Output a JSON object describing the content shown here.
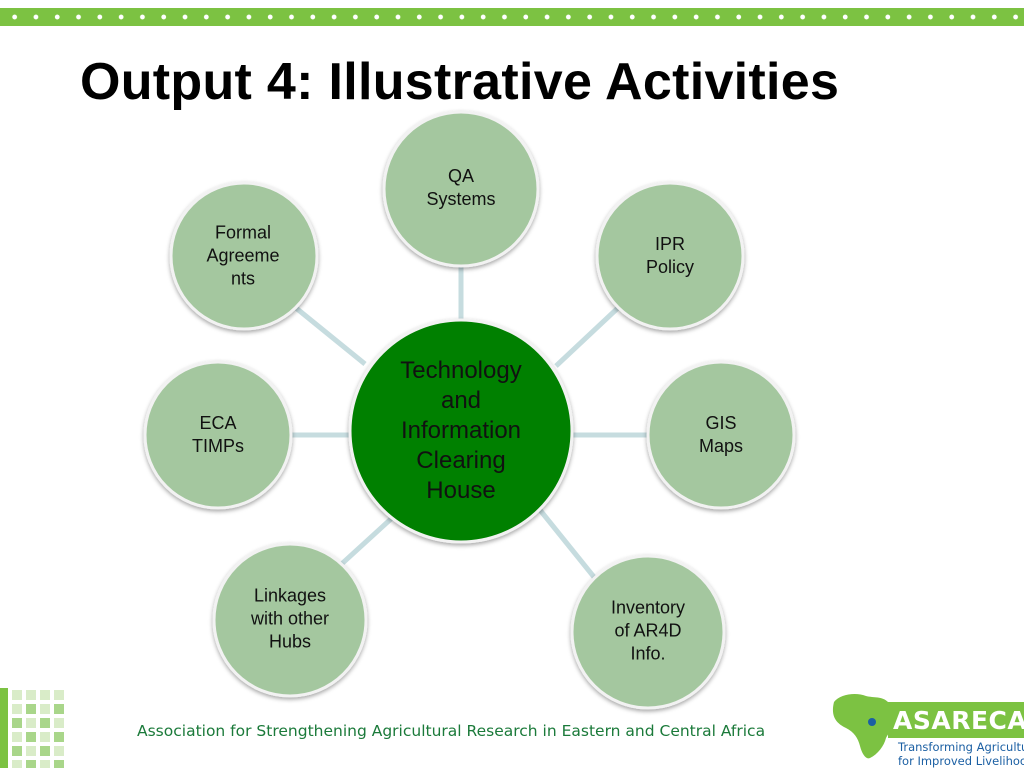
{
  "slide": {
    "title": "Output 4: Illustrative Activities"
  },
  "diagram": {
    "center": {
      "label": "Technology\nand\nInformation\nClearing\nHouse"
    },
    "nodes": [
      {
        "id": "qa-systems",
        "label": "QA\nSystems"
      },
      {
        "id": "ipr-policy",
        "label": "IPR\nPolicy"
      },
      {
        "id": "gis-maps",
        "label": "GIS\nMaps"
      },
      {
        "id": "inventory-ar4d",
        "label": "Inventory\nof AR4D\nInfo."
      },
      {
        "id": "linkages-hubs",
        "label": "Linkages\nwith other\nHubs"
      },
      {
        "id": "eca-timps",
        "label": "ECA\nTIMPs"
      },
      {
        "id": "formal-agreements",
        "label": "Formal\nAgreeme\nnts"
      }
    ],
    "colors": {
      "center_fill": "#008000",
      "node_fill": "#a4c79f",
      "node_stroke": "#f2f2f2",
      "connector": "#c6dcdf"
    }
  },
  "footer": {
    "text": "Association for Strengthening Agricultural Research in Eastern and Central Africa",
    "logo": {
      "name": "ASARECA",
      "tagline_line1": "Transforming Agriculture",
      "tagline_line2": "for Improved Livelihoods"
    },
    "colors": {
      "brand_green": "#7cc242",
      "text_green": "#1b7a3a",
      "tagline_blue": "#1b5fa3"
    }
  }
}
